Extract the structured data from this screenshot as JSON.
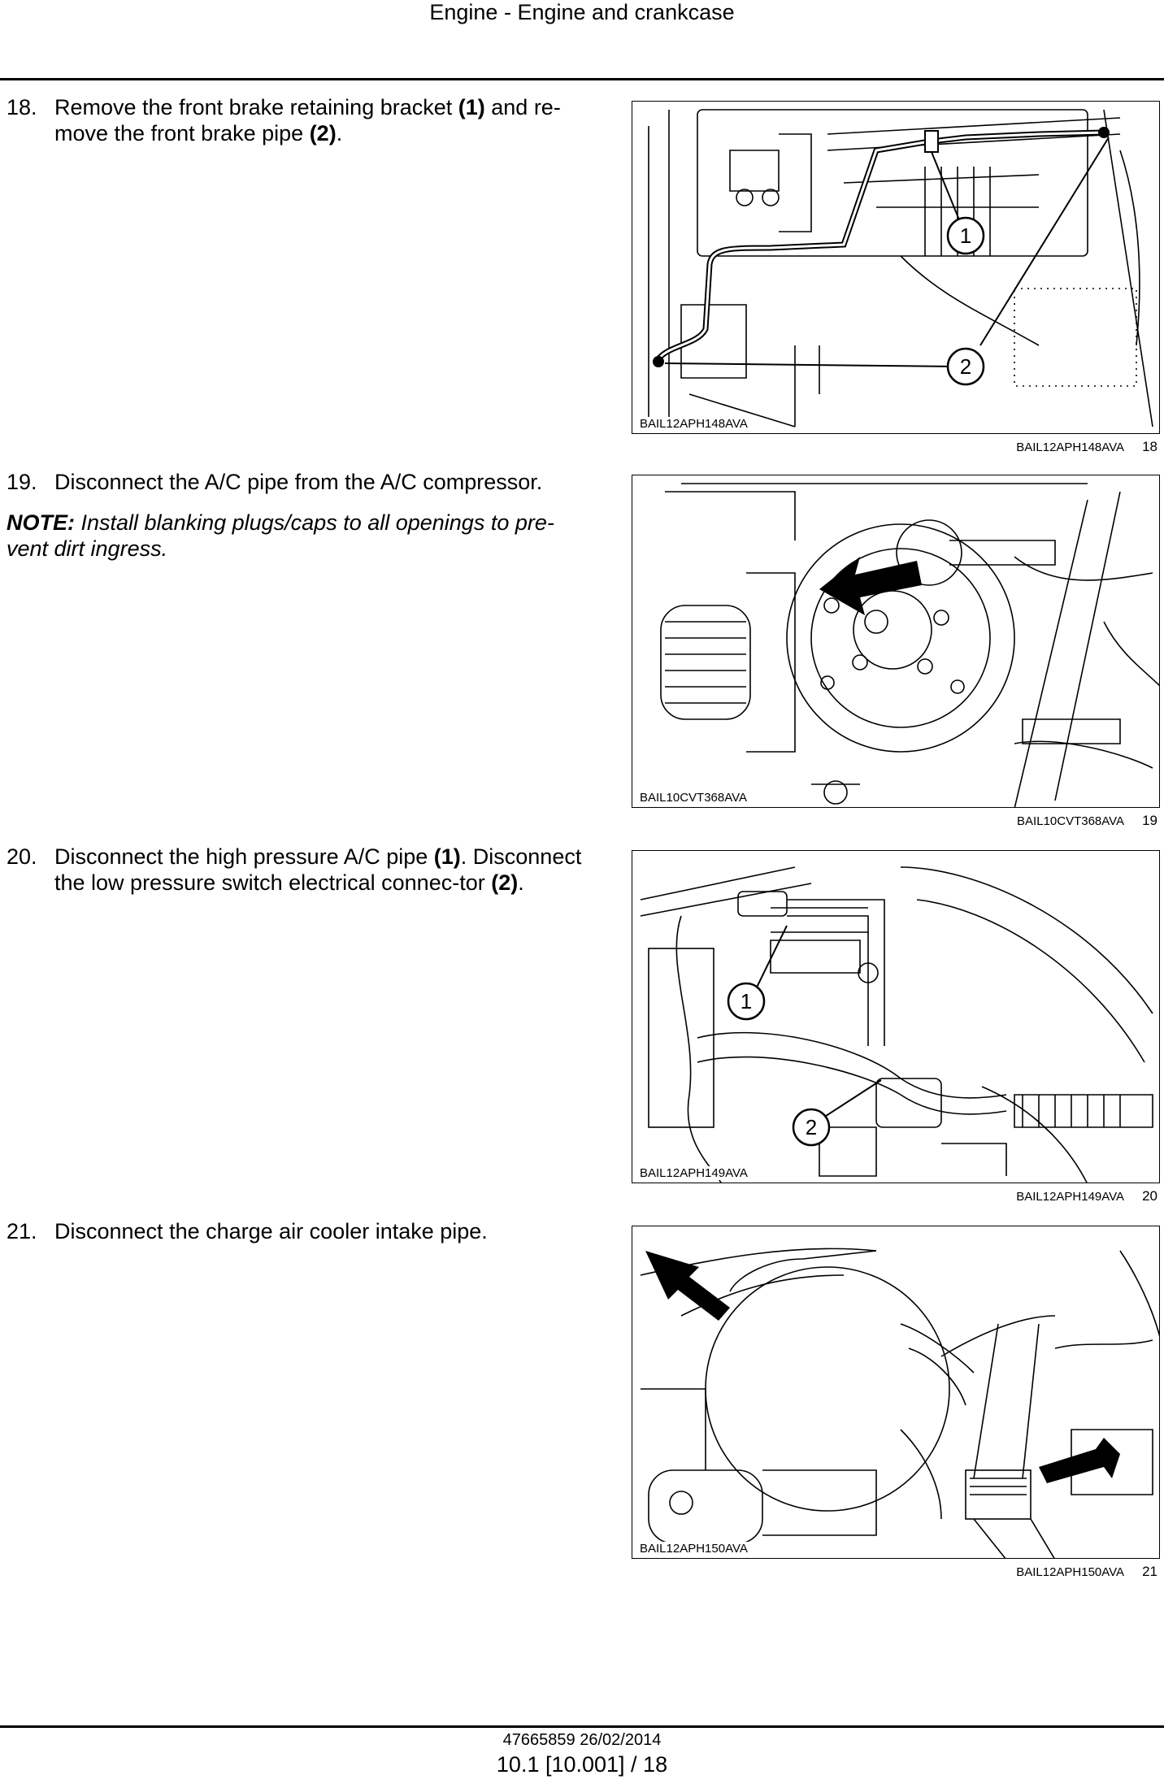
{
  "header": {
    "title": "Engine - Engine and crankcase"
  },
  "steps": [
    {
      "number": "18.",
      "parts": [
        {
          "t": "Remove the front brake retaining bracket "
        },
        {
          "b": "(1)"
        },
        {
          "t": " and re-move the front brake pipe "
        },
        {
          "b": "(2)"
        },
        {
          "t": "."
        }
      ],
      "figure": {
        "code": "BAIL12APH148AVA",
        "caption_code": "BAIL12APH148AVA",
        "caption_number": "18",
        "callouts": [
          "1",
          "2"
        ]
      }
    },
    {
      "number": "19.",
      "parts": [
        {
          "t": "Disconnect the A/C pipe from the A/C compressor."
        }
      ],
      "note": {
        "label": "NOTE:",
        "text": " Install blanking plugs/caps to all openings to pre-vent dirt ingress."
      },
      "figure": {
        "code": "BAIL10CVT368AVA",
        "caption_code": "BAIL10CVT368AVA",
        "caption_number": "19"
      }
    },
    {
      "number": "20.",
      "parts": [
        {
          "t": "Disconnect the high pressure A/C pipe "
        },
        {
          "b": "(1)"
        },
        {
          "t": ". Disconnect the low pressure switch electrical connec-tor "
        },
        {
          "b": "(2)"
        },
        {
          "t": "."
        }
      ],
      "figure": {
        "code": "BAIL12APH149AVA",
        "caption_code": "BAIL12APH149AVA",
        "caption_number": "20",
        "callouts": [
          "1",
          "2"
        ]
      }
    },
    {
      "number": "21.",
      "parts": [
        {
          "t": "Disconnect the charge air cooler intake pipe."
        }
      ],
      "figure": {
        "code": "BAIL12APH150AVA",
        "caption_code": "BAIL12APH150AVA",
        "caption_number": "21"
      }
    }
  ],
  "footer": {
    "doc": "47665859 26/02/2014",
    "page": "10.1 [10.001] / 18"
  }
}
